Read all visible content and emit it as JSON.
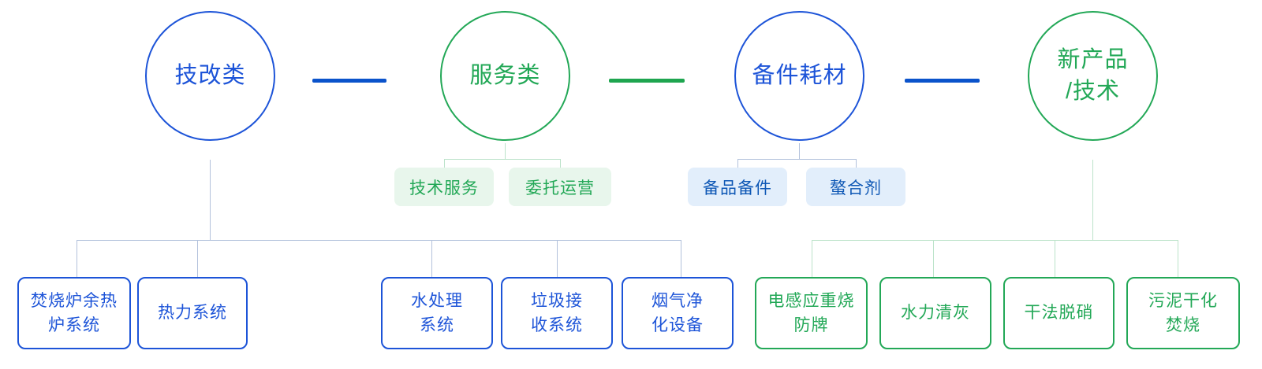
{
  "palette": {
    "blue": "#1d54d8",
    "green": "#23a857",
    "pill_blue_text": "#0d57b5",
    "pill_green_bg": "#e8f6ec",
    "pill_blue_bg": "#e2eefb",
    "link_blue": "#0b53cb",
    "link_green": "#1ea54f",
    "conn_blue": "#b3c2dc",
    "conn_green": "#bce3ca"
  },
  "groups": [
    {
      "name": "技改类",
      "color": "blue",
      "children": [
        {
          "label": "焚烧炉余热\n炉系统"
        },
        {
          "label": "热力系统"
        },
        {
          "label": "水处理\n系统"
        },
        {
          "label": "垃圾接\n收系统"
        },
        {
          "label": "烟气净\n化设备"
        }
      ]
    },
    {
      "name": "服务类",
      "color": "green",
      "children": [
        {
          "label": "技术服务"
        },
        {
          "label": "委托运营"
        }
      ]
    },
    {
      "name": "备件耗材",
      "color": "blue",
      "children": [
        {
          "label": "备品备件"
        },
        {
          "label": "螯合剂"
        }
      ]
    },
    {
      "name": "新产品\n/技术",
      "color": "green",
      "children": [
        {
          "label": "电感应重烧\n防牌"
        },
        {
          "label": "水力清灰"
        },
        {
          "label": "干法脱硝"
        },
        {
          "label": "污泥干化\n焚烧"
        }
      ]
    }
  ]
}
